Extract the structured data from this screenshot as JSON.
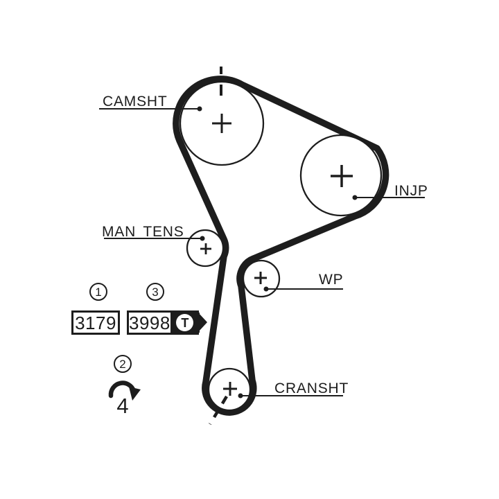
{
  "colors": {
    "ink": "#1d1d1d",
    "background": "#ffffff"
  },
  "labels": {
    "camsht": "CAMSHT",
    "injp": "INJP",
    "man_tens": "MAN TENS",
    "wp": "WP",
    "cransht": "CRANSHT"
  },
  "part_boxes": {
    "box1_value": "3179",
    "box2_value": "3998",
    "box2_badge": "T"
  },
  "markers": {
    "step1": "1",
    "step2": "2",
    "step3": "3",
    "step4": "4"
  }
}
